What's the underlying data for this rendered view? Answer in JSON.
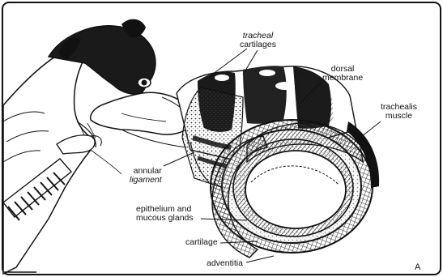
{
  "labels": {
    "tracheal_cartilages": {
      "line1": "tracheal",
      "line2": "cartilages"
    },
    "dorsal_membrane": {
      "line1": "dorsal",
      "line2": "membrane"
    },
    "trachealis_muscle": {
      "line1": "trachealis",
      "line2": "muscle"
    },
    "annular_ligament": {
      "line1": "annular",
      "line2": "ligament"
    },
    "epithelium": {
      "line1": "epithelium and",
      "line2": "mucous glands"
    },
    "cartilage": "cartilage",
    "adventitia": "adventitia",
    "panel_letter": "A"
  },
  "colors": {
    "ink": "#111111",
    "paper": "#ffffff",
    "shade": "#2a2a2a"
  }
}
